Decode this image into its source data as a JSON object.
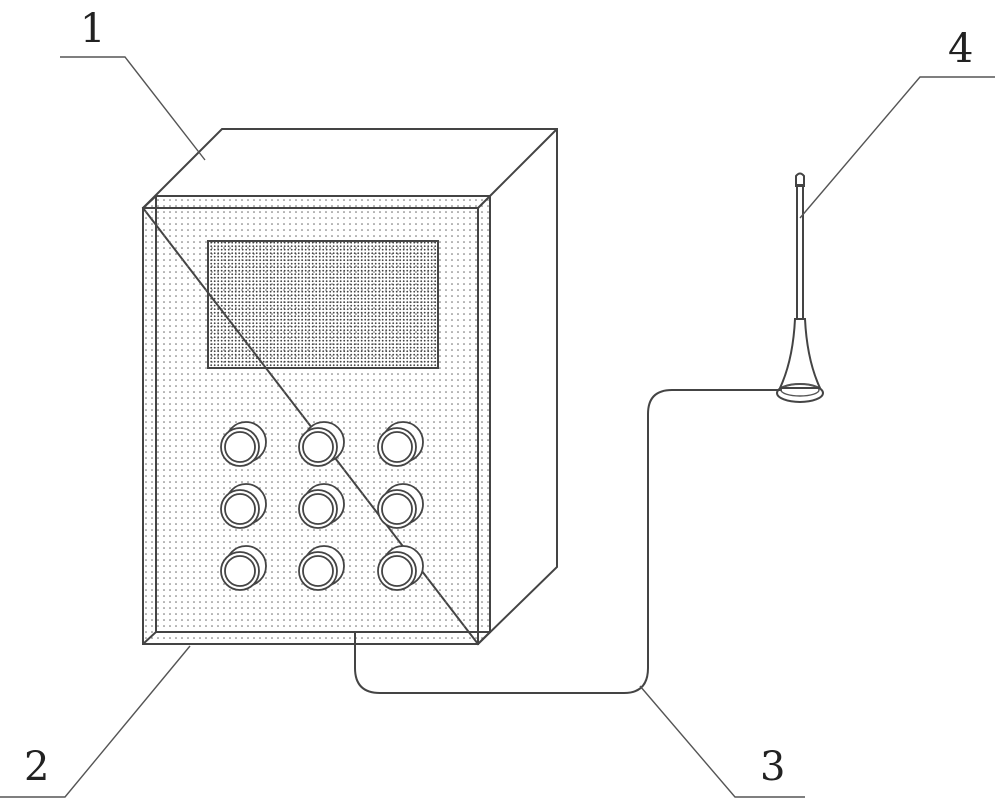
{
  "labels": {
    "housing": "1",
    "front_panel": "2",
    "cable": "3",
    "antenna": "4"
  },
  "colors": {
    "line": "#444444",
    "background": "#ffffff"
  },
  "knob_rows": 3,
  "knob_cols": 3
}
